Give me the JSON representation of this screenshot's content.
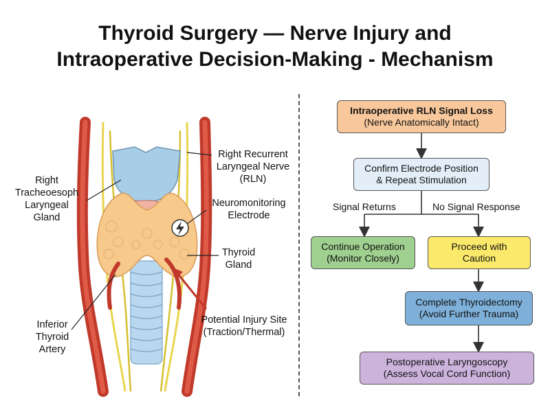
{
  "title": {
    "line1": "Thyroid Surgery — Nerve Injury and",
    "line2": "Intraoperative Decision-Making - Mechanism"
  },
  "anatomy": {
    "label_left_gland": [
      "Right",
      "Tracheoesoph",
      "Laryngeal",
      "Gland"
    ],
    "label_rln": [
      "Right Recurrent",
      "Laryngeal Nerve",
      "(RLN)"
    ],
    "label_electrode": [
      "Neuromonitoring",
      "Electrode"
    ],
    "label_thyroid": [
      "Thyroid",
      "Gland"
    ],
    "label_injury": [
      "Potential Injury Site",
      "(Traction/Thermal)"
    ],
    "label_artery": [
      "Inferior",
      "Thyroid",
      "Artery"
    ],
    "colors": {
      "artery": "#c0392b",
      "nerve": "#e8d44d",
      "thyroid": "#f7c98b",
      "cartilage": "#a8cde6",
      "trachea": "#b9d7ee",
      "injury_arrow": "#c0392b"
    }
  },
  "flowchart": {
    "start": {
      "line1": "Intraoperative RLN Signal Loss",
      "line2": "(Nerve Anatomically Intact)",
      "color": "#f8c89c"
    },
    "confirm": {
      "line1": "Confirm Electrode Position",
      "line2": "& Repeat Stimulation",
      "color": "#e3eef8"
    },
    "branch_left": "Signal Returns",
    "branch_right": "No Signal Response",
    "continue": {
      "line1": "Continue Operation",
      "line2": "(Monitor Closely)",
      "color": "#9fd08f"
    },
    "caution": {
      "line1": "Proceed with",
      "line2": "Caution",
      "color": "#fbe96b"
    },
    "complete": {
      "line1": "Complete Thyroidectomy",
      "line2": "(Avoid Further Trauma)",
      "color": "#7eb0d9"
    },
    "postop": {
      "line1": "Postoperative Laryngoscopy",
      "line2": "(Assess Vocal Cord Function)",
      "color": "#ccb3dc"
    }
  }
}
